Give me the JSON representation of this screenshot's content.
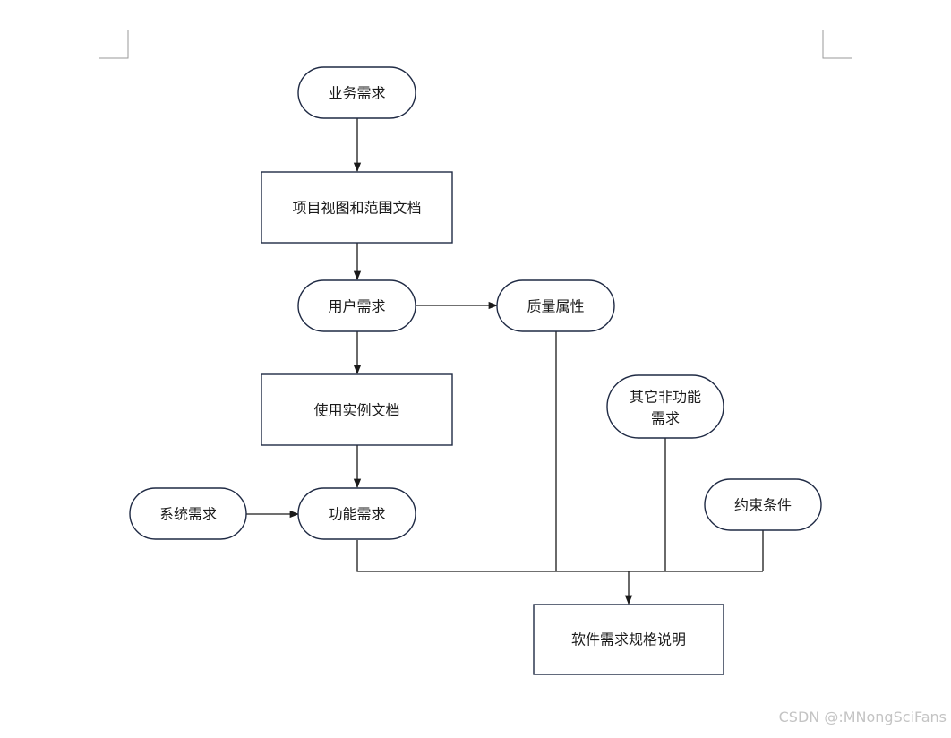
{
  "nodes": {
    "business_req": {
      "label": "业务需求",
      "shape": "rounded"
    },
    "vision_scope_doc": {
      "label": "项目视图和范围文档",
      "shape": "rect"
    },
    "user_req": {
      "label": "用户需求",
      "shape": "rounded"
    },
    "quality_attr": {
      "label": "质量属性",
      "shape": "rounded"
    },
    "use_case_doc": {
      "label": "使用实例文档",
      "shape": "rect"
    },
    "other_nonfunc": {
      "label": "其它非功能",
      "label2": "需求",
      "shape": "rounded"
    },
    "system_req": {
      "label": "系统需求",
      "shape": "rounded"
    },
    "functional_req": {
      "label": "功能需求",
      "shape": "rounded"
    },
    "constraints": {
      "label": "约束条件",
      "shape": "rounded"
    },
    "srs": {
      "label": "软件需求规格说明",
      "shape": "rect"
    }
  },
  "edges": [
    {
      "from": "business_req",
      "to": "vision_scope_doc"
    },
    {
      "from": "vision_scope_doc",
      "to": "user_req"
    },
    {
      "from": "user_req",
      "to": "quality_attr"
    },
    {
      "from": "user_req",
      "to": "use_case_doc"
    },
    {
      "from": "use_case_doc",
      "to": "functional_req"
    },
    {
      "from": "system_req",
      "to": "functional_req"
    },
    {
      "from": "functional_req",
      "to": "srs"
    },
    {
      "from": "quality_attr",
      "to": "srs"
    },
    {
      "from": "other_nonfunc",
      "to": "srs"
    },
    {
      "from": "constraints",
      "to": "srs"
    }
  ],
  "watermark": "CSDN @:MNongSciFans",
  "colors": {
    "node_border": "#1f2a44",
    "arrow": "#1a1a1a",
    "crop_marks": "#9a9a9a",
    "watermark": "#c4c4c4"
  }
}
